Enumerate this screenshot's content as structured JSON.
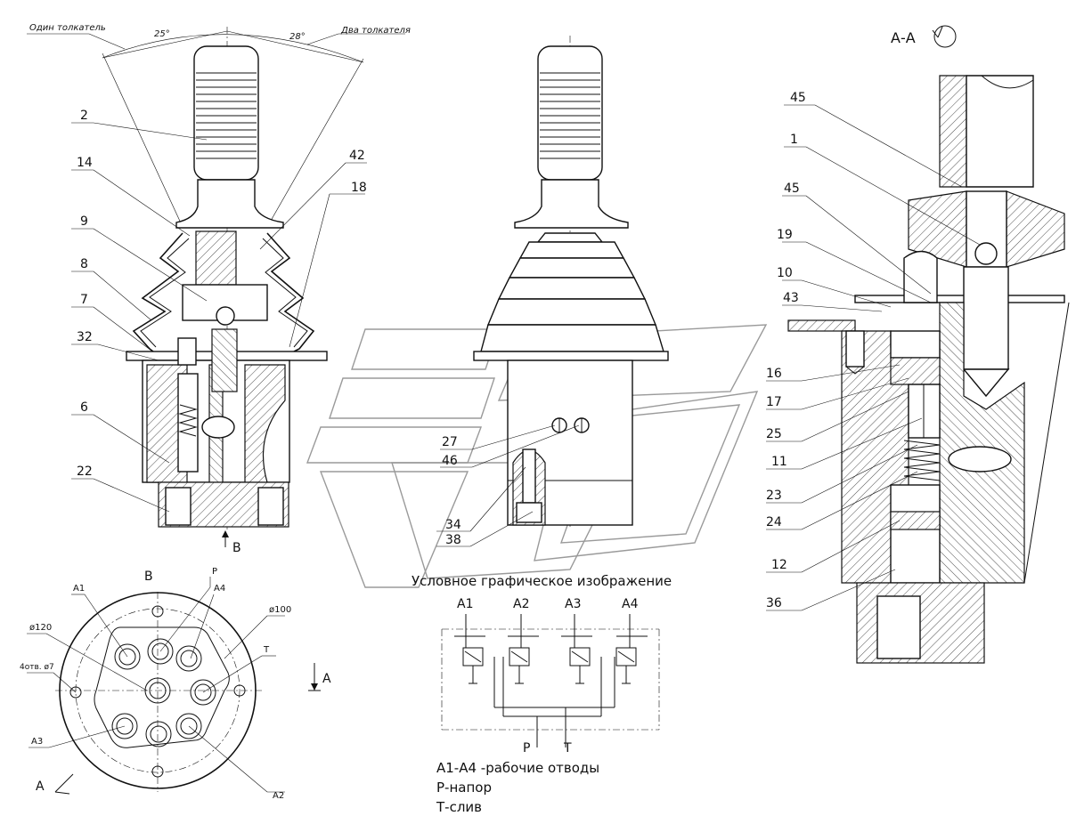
{
  "angles": {
    "left_label": "Один толкатель",
    "right_label": "Два толкателя",
    "left_angle": "25°",
    "right_angle": "28°"
  },
  "callouts_left": [
    "2",
    "14",
    "9",
    "8",
    "7",
    "32",
    "6",
    "22",
    "42",
    "18"
  ],
  "callouts_mid": [
    "27",
    "46",
    "34",
    "38"
  ],
  "callouts_right": [
    "45",
    "1",
    "45",
    "19",
    "10",
    "43",
    "16",
    "17",
    "25",
    "11",
    "23",
    "24",
    "12",
    "36"
  ],
  "section_title": "А-А",
  "view_arrows": {
    "b_arrow": "В",
    "a_arrow_right": "А",
    "a_arrow_bottom": "А",
    "top_label": "В"
  },
  "top_view_labels": {
    "p": "P",
    "a4": "A4",
    "a1": "A1",
    "d100": "ø100",
    "d120": "ø120",
    "holes": "4отв. ø7",
    "t": "T",
    "a3": "A3",
    "a2": "A2"
  },
  "schematic": {
    "title": "Условное графическое изображение",
    "ports": [
      "A1",
      "A2",
      "A3",
      "A4"
    ],
    "p_label": "P",
    "t_label": "T"
  },
  "legend": [
    "А1-А4 -рабочие отводы",
    "Р-напор",
    "Т-слив"
  ]
}
